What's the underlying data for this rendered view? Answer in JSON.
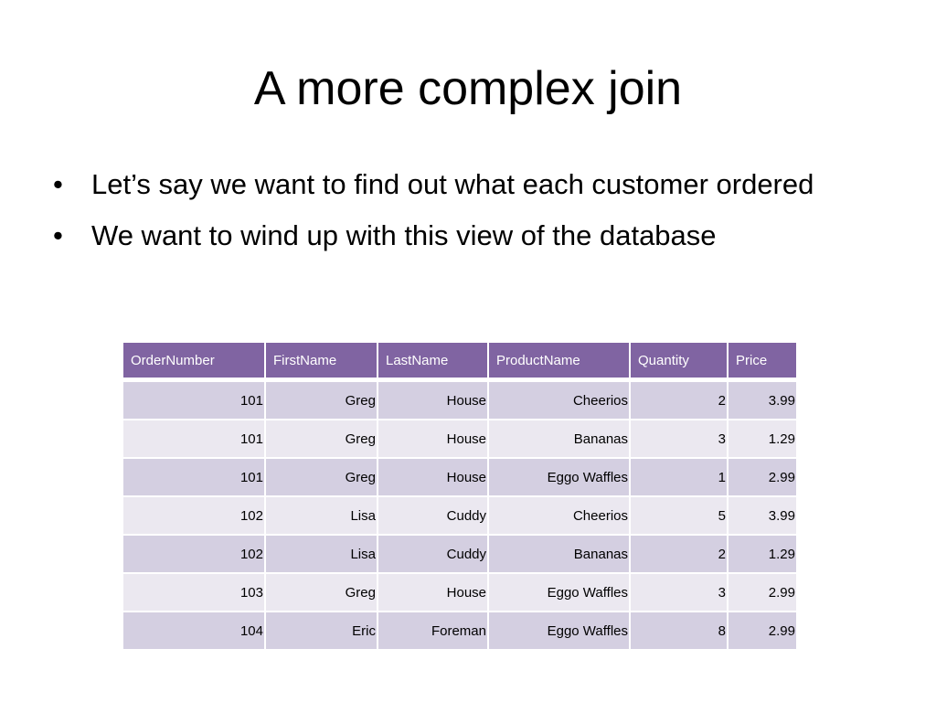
{
  "slide": {
    "title": "A more complex join",
    "bullets": [
      "Let’s say we want to find out what each customer ordered",
      "We want to wind up with this view of the database"
    ]
  },
  "table": {
    "headers": [
      "OrderNumber",
      "FirstName",
      "LastName",
      "ProductName",
      "Quantity",
      "Price"
    ],
    "rows": [
      [
        "101",
        "Greg",
        "House",
        "Cheerios",
        "2",
        "3.99"
      ],
      [
        "101",
        "Greg",
        "House",
        "Bananas",
        "3",
        "1.29"
      ],
      [
        "101",
        "Greg",
        "House",
        "Eggo Waffles",
        "1",
        "2.99"
      ],
      [
        "102",
        "Lisa",
        "Cuddy",
        "Cheerios",
        "5",
        "3.99"
      ],
      [
        "102",
        "Lisa",
        "Cuddy",
        "Bananas",
        "2",
        "1.29"
      ],
      [
        "103",
        "Greg",
        "House",
        "Eggo Waffles",
        "3",
        "2.99"
      ],
      [
        "104",
        "Eric",
        "Foreman",
        "Eggo Waffles",
        "8",
        "2.99"
      ]
    ]
  },
  "colors": {
    "header_bg": "#8064a2",
    "row_dark": "#d4cfe1",
    "row_light": "#ebe8f0"
  }
}
